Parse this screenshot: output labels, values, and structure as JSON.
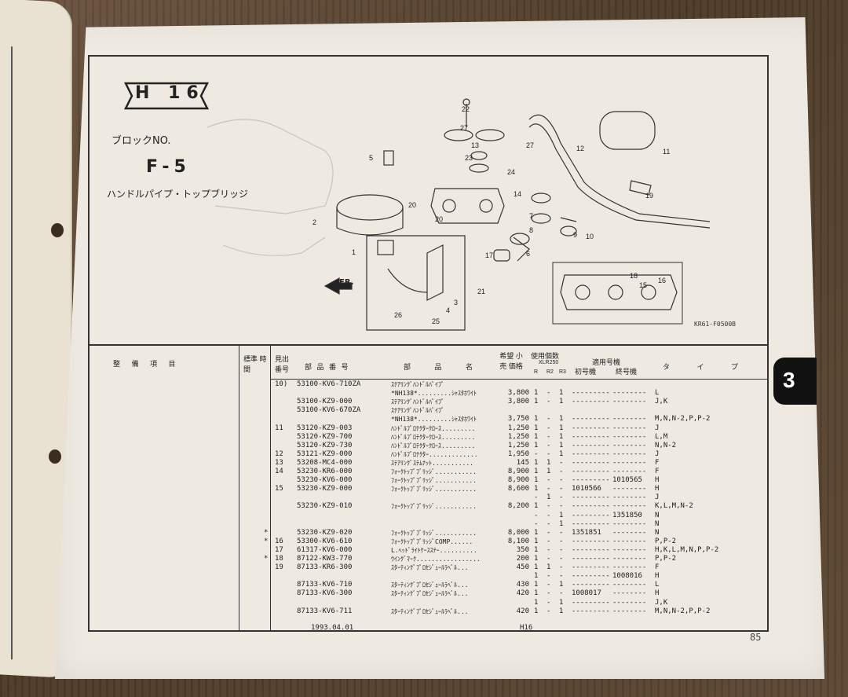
{
  "header": {
    "section_badge": "H 16",
    "block_label": "ブロックNO.",
    "block_code": "F-5",
    "part_title": "ハンドルパイプ・トップブリッジ",
    "fr_label": "FR.",
    "ref_code": "KR61-F0500B"
  },
  "callouts": [
    "22",
    "27",
    "27",
    "13",
    "5",
    "23",
    "24",
    "12",
    "11",
    "19",
    "20",
    "14",
    "7",
    "8",
    "9",
    "10",
    "2",
    "20",
    "17",
    "6",
    "1",
    "18",
    "15",
    "16",
    "21",
    "3",
    "4",
    "26",
    "25"
  ],
  "table": {
    "headers": {
      "maintenance_item": "整 備 項 目",
      "standard_time": "標準 時間",
      "ref_no": "見出 番号",
      "part_number": "部 品 番 号",
      "part_name": "部 品 名",
      "price": "希望 小売 価格",
      "qty_used": "使用個数",
      "model": "XLR250",
      "q_cols": [
        "R",
        "R2",
        "R3"
      ],
      "applicable_no": "適用号機",
      "first_no": "初号機",
      "last_no": "終号機",
      "type": "タ イ プ"
    },
    "rows": [
      {
        "star": "",
        "ref": "10)",
        "pn": "53100-KV6-710ZA",
        "desc": "ｽﾃｱﾘﾝｸﾞﾊﾝﾄﾞﾙﾊﾟｲﾌﾟ",
        "price": "",
        "q1": "",
        "q2": "",
        "q3": "",
        "from": "",
        "to": "",
        "type": ""
      },
      {
        "star": "",
        "ref": "",
        "pn": "",
        "desc": "*NH138*.........ｼｬｽﾀﾎﾜｲﾄ",
        "price": "3,800",
        "q1": "1",
        "q2": "-",
        "q3": "1",
        "from": "---------",
        "to": "--------",
        "type": "L"
      },
      {
        "star": "",
        "ref": "",
        "pn": "53100-KZ9-000",
        "desc": "ｽﾃｱﾘﾝｸﾞﾊﾝﾄﾞﾙﾊﾟｲﾌﾟ",
        "price": "3,800",
        "q1": "1",
        "q2": "-",
        "q3": "1",
        "from": "---------",
        "to": "--------",
        "type": "J,K"
      },
      {
        "star": "",
        "ref": "",
        "pn": "53100-KV6-670ZA",
        "desc": "ｽﾃｱﾘﾝｸﾞﾊﾝﾄﾞﾙﾊﾟｲﾌﾟ",
        "price": "",
        "q1": "",
        "q2": "",
        "q3": "",
        "from": "",
        "to": "",
        "type": ""
      },
      {
        "star": "",
        "ref": "",
        "pn": "",
        "desc": "*NH138*.........ｼｬｽﾀﾎﾜｲﾄ",
        "price": "3,750",
        "q1": "1",
        "q2": "-",
        "q3": "1",
        "from": "---------",
        "to": "--------",
        "type": "M,N,N-2,P,P-2"
      },
      {
        "star": "",
        "ref": "11",
        "pn": "53120-KZ9-003",
        "desc": "ﾊﾝﾄﾞﾙﾌﾟﾛﾃｸﾀｰｸﾛｰｽ.........",
        "price": "1,250",
        "q1": "1",
        "q2": "-",
        "q3": "1",
        "from": "---------",
        "to": "--------",
        "type": "J"
      },
      {
        "star": "",
        "ref": "",
        "pn": "53120-KZ9-700",
        "desc": "ﾊﾝﾄﾞﾙﾌﾟﾛﾃｸﾀｰｸﾛｰｽ.........",
        "price": "1,250",
        "q1": "1",
        "q2": "-",
        "q3": "1",
        "from": "---------",
        "to": "--------",
        "type": "L,M"
      },
      {
        "star": "",
        "ref": "",
        "pn": "53120-KZ9-730",
        "desc": "ﾊﾝﾄﾞﾙﾌﾟﾛﾃｸﾀｰｸﾛｰｽ.........",
        "price": "1,250",
        "q1": "1",
        "q2": "-",
        "q3": "1",
        "from": "---------",
        "to": "--------",
        "type": "N,N-2"
      },
      {
        "star": "",
        "ref": "12",
        "pn": "53121-KZ9-000",
        "desc": "ﾊﾝﾄﾞﾙﾌﾟﾛﾃｸﾀｰ.............",
        "price": "1,950",
        "q1": "-",
        "q2": "-",
        "q3": "1",
        "from": "---------",
        "to": "--------",
        "type": "J"
      },
      {
        "star": "",
        "ref": "13",
        "pn": "53208-MC4-000",
        "desc": "ｽﾃｱﾘﾝｸﾞｽﾃﾑﾅｯﾄ...........",
        "price": "145",
        "q1": "1",
        "q2": "1",
        "q3": "-",
        "from": "---------",
        "to": "--------",
        "type": "F"
      },
      {
        "star": "",
        "ref": "14",
        "pn": "53230-KR6-000",
        "desc": "ﾌｫｰｸﾄｯﾌﾟﾌﾞﾘｯｼﾞ...........",
        "price": "8,900",
        "q1": "1",
        "q2": "1",
        "q3": "-",
        "from": "---------",
        "to": "--------",
        "type": "F"
      },
      {
        "star": "",
        "ref": "",
        "pn": "53230-KV6-000",
        "desc": "ﾌｫｰｸﾄｯﾌﾟﾌﾞﾘｯｼﾞ...........",
        "price": "8,900",
        "q1": "1",
        "q2": "-",
        "q3": "-",
        "from": "---------",
        "to": "1010565",
        "type": "H"
      },
      {
        "star": "",
        "ref": "15",
        "pn": "53230-KZ9-000",
        "desc": "ﾌｫｰｸﾄｯﾌﾟﾌﾞﾘｯｼﾞ...........",
        "price": "8,600",
        "q1": "1",
        "q2": "-",
        "q3": "-",
        "from": "1010566",
        "to": "--------",
        "type": "H"
      },
      {
        "star": "",
        "ref": "",
        "pn": "",
        "desc": "",
        "price": "",
        "q1": "-",
        "q2": "1",
        "q3": "-",
        "from": "---------",
        "to": "--------",
        "type": "J"
      },
      {
        "star": "",
        "ref": "",
        "pn": "53230-KZ9-010",
        "desc": "ﾌｫｰｸﾄｯﾌﾟﾌﾞﾘｯｼﾞ...........",
        "price": "8,200",
        "q1": "1",
        "q2": "-",
        "q3": "-",
        "from": "---------",
        "to": "--------",
        "type": "K,L,M,N-2"
      },
      {
        "star": "",
        "ref": "",
        "pn": "",
        "desc": "",
        "price": "",
        "q1": "-",
        "q2": "-",
        "q3": "1",
        "from": "---------",
        "to": "1351850",
        "type": "N"
      },
      {
        "star": "",
        "ref": "",
        "pn": "",
        "desc": "",
        "price": "",
        "q1": "-",
        "q2": "-",
        "q3": "1",
        "from": "---------",
        "to": "--------",
        "type": "N"
      },
      {
        "star": "*",
        "ref": "",
        "pn": "53230-KZ9-020",
        "desc": "ﾌｫｰｸﾄｯﾌﾟﾌﾞﾘｯｼﾞ...........",
        "price": "8,000",
        "q1": "1",
        "q2": "-",
        "q3": "-",
        "from": "1351851",
        "to": "--------",
        "type": "N"
      },
      {
        "star": "*",
        "ref": "16",
        "pn": "53300-KV6-610",
        "desc": "ﾌｫｰｸﾄｯﾌﾟﾌﾞﾘｯｼﾞCOMP......",
        "price": "8,100",
        "q1": "1",
        "q2": "-",
        "q3": "-",
        "from": "---------",
        "to": "--------",
        "type": "P,P-2"
      },
      {
        "star": "",
        "ref": "17",
        "pn": "61317-KV6-000",
        "desc": "L.ﾍｯﾄﾞﾗｲﾄｹｰｽｽﾃｰ..........",
        "price": "350",
        "q1": "1",
        "q2": "-",
        "q3": "-",
        "from": "---------",
        "to": "--------",
        "type": "H,K,L,M,N,P,P-2"
      },
      {
        "star": "*",
        "ref": "18",
        "pn": "87122-KW3-770",
        "desc": "ｳｲﾝｸﾞﾏｰｸ.................",
        "price": "200",
        "q1": "1",
        "q2": "-",
        "q3": "-",
        "from": "---------",
        "to": "--------",
        "type": "P,P-2"
      },
      {
        "star": "",
        "ref": "19",
        "pn": "87133-KR6-300",
        "desc": "ｽﾀｰﾃｨﾝｸﾞﾌﾟﾛｾｼﾞｭｰﾙﾗﾍﾞﾙ...",
        "price": "450",
        "q1": "1",
        "q2": "1",
        "q3": "-",
        "from": "---------",
        "to": "--------",
        "type": "F"
      },
      {
        "star": "",
        "ref": "",
        "pn": "",
        "desc": "",
        "price": "",
        "q1": "1",
        "q2": "-",
        "q3": "-",
        "from": "---------",
        "to": "1008016",
        "type": "H"
      },
      {
        "star": "",
        "ref": "",
        "pn": "87133-KV6-710",
        "desc": "ｽﾀｰﾃｨﾝｸﾞﾌﾟﾛｾｼﾞｭｰﾙﾗﾍﾞﾙ...",
        "price": "430",
        "q1": "1",
        "q2": "-",
        "q3": "1",
        "from": "---------",
        "to": "--------",
        "type": "L"
      },
      {
        "star": "",
        "ref": "",
        "pn": "87133-KV6-300",
        "desc": "ｽﾀｰﾃｨﾝｸﾞﾌﾟﾛｾｼﾞｭｰﾙﾗﾍﾞﾙ...",
        "price": "420",
        "q1": "1",
        "q2": "-",
        "q3": "-",
        "from": "1008017",
        "to": "--------",
        "type": "H"
      },
      {
        "star": "",
        "ref": "",
        "pn": "",
        "desc": "",
        "price": "",
        "q1": "1",
        "q2": "-",
        "q3": "1",
        "from": "---------",
        "to": "--------",
        "type": "J,K"
      },
      {
        "star": "",
        "ref": "",
        "pn": "87133-KV6-711",
        "desc": "ｽﾀｰﾃｨﾝｸﾞﾌﾟﾛｾｼﾞｭｰﾙﾗﾍﾞﾙ...",
        "price": "420",
        "q1": "1",
        "q2": "-",
        "q3": "1",
        "from": "---------",
        "to": "--------",
        "type": "M,N,N-2,P,P-2"
      }
    ],
    "footer_date": "1993.04.01",
    "footer_page": "H16"
  },
  "page_number": "85",
  "section_tab": "3"
}
